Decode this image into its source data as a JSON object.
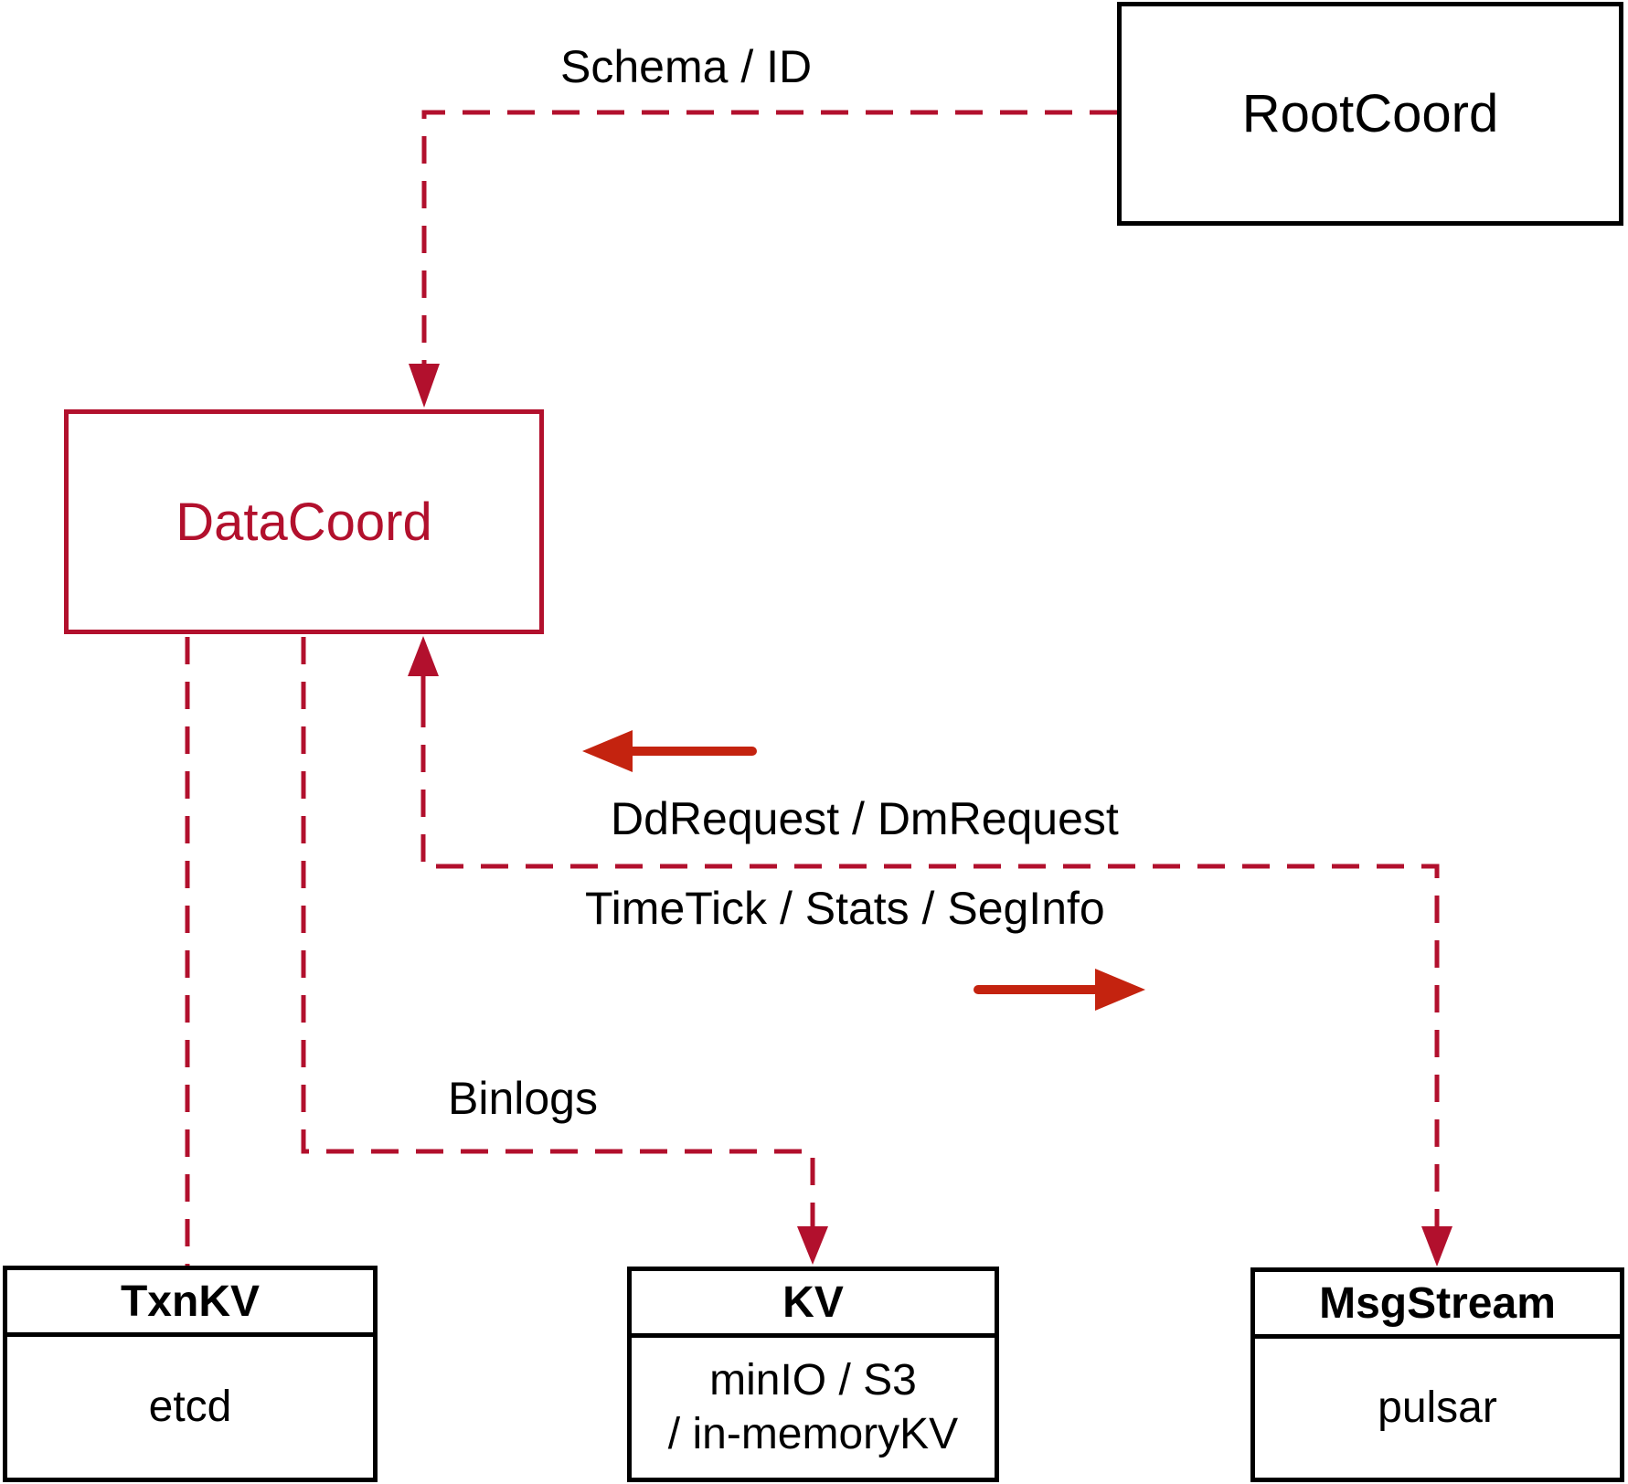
{
  "diagram": {
    "nodes": {
      "rootcoord": {
        "label": "RootCoord"
      },
      "datacoord": {
        "label": "DataCoord"
      },
      "txnkv": {
        "title": "TxnKV",
        "body": "etcd"
      },
      "kv": {
        "title": "KV",
        "body_line1": "minIO / S3",
        "body_line2": "/ in-memoryKV"
      },
      "msgstream": {
        "title": "MsgStream",
        "body": "pulsar"
      }
    },
    "edge_labels": {
      "schema_id": "Schema / ID",
      "dd_dm_request": "DdRequest / DmRequest",
      "timetick_stats_seginfo": "TimeTick / Stats / SegInfo",
      "binlogs": "Binlogs"
    },
    "colors": {
      "dashed_red": "#b2102d",
      "solid_red": "#c4230f",
      "text_black": "#000000"
    }
  }
}
